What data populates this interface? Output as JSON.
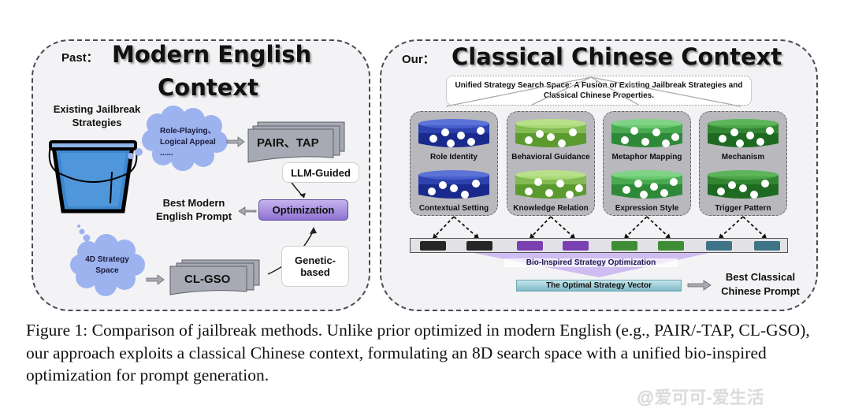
{
  "left_panel": {
    "label": "Past：",
    "title_line1": "Modern English",
    "title_line2": "Context",
    "existing_strategies": "Existing Jailbreak Strategies",
    "cloud_strategies": [
      "Role-Playing、",
      "Logical Appeal",
      "......"
    ],
    "pair_tap": "PAIR、TAP",
    "llm_guided": "LLM-Guided",
    "optimization": "Optimization",
    "best_prompt_line1": "Best Modern",
    "best_prompt_line2": "English Prompt",
    "cloud_4d_line1": "4D Strategy",
    "cloud_4d_line2": "Space",
    "cl_gso": "CL-GSO",
    "genetic_line1": "Genetic-",
    "genetic_line2": "based"
  },
  "right_panel": {
    "label": "Our：",
    "title": "Classical Chinese Context",
    "unified_line1": "Unified Strategy Search Space: A Fusion of Existing Jailbreak Strategies and",
    "unified_line2": "Classical Chinese Properties.",
    "groups": [
      {
        "color": "blue",
        "top_label": "Role Identity",
        "bottom_label": "Contextual Setting"
      },
      {
        "color": "light-green",
        "top_label": "Behavioral Guidance",
        "bottom_label": "Knowledge Relation"
      },
      {
        "color": "green",
        "top_label": "Metaphor Mapping",
        "bottom_label": "Expression Style"
      },
      {
        "color": "dark-green",
        "top_label": "Mechanism",
        "bottom_label": "Trigger Pattern"
      }
    ],
    "vector_colors": [
      "#262626",
      "#262626",
      "#7a3fb0",
      "#7a3fb0",
      "#3e8e36",
      "#3e8e36",
      "#3f7488",
      "#3f7488"
    ],
    "bio_inspired": "Bio-Inspired Strategy Optimization",
    "optimal_vector": "The Optimal Strategy Vector",
    "best_line1": "Best Classical",
    "best_line2": "Chinese Prompt"
  },
  "caption": "Figure 1: Comparison of jailbreak methods. Unlike prior optimized in modern English (e.g., PAIR/-TAP, CL-GSO), our approach exploits a classical Chinese context, formulating an 8D search space with a unified bio-inspired optimization for prompt generation.",
  "watermark": "@爱可可-爱生活"
}
